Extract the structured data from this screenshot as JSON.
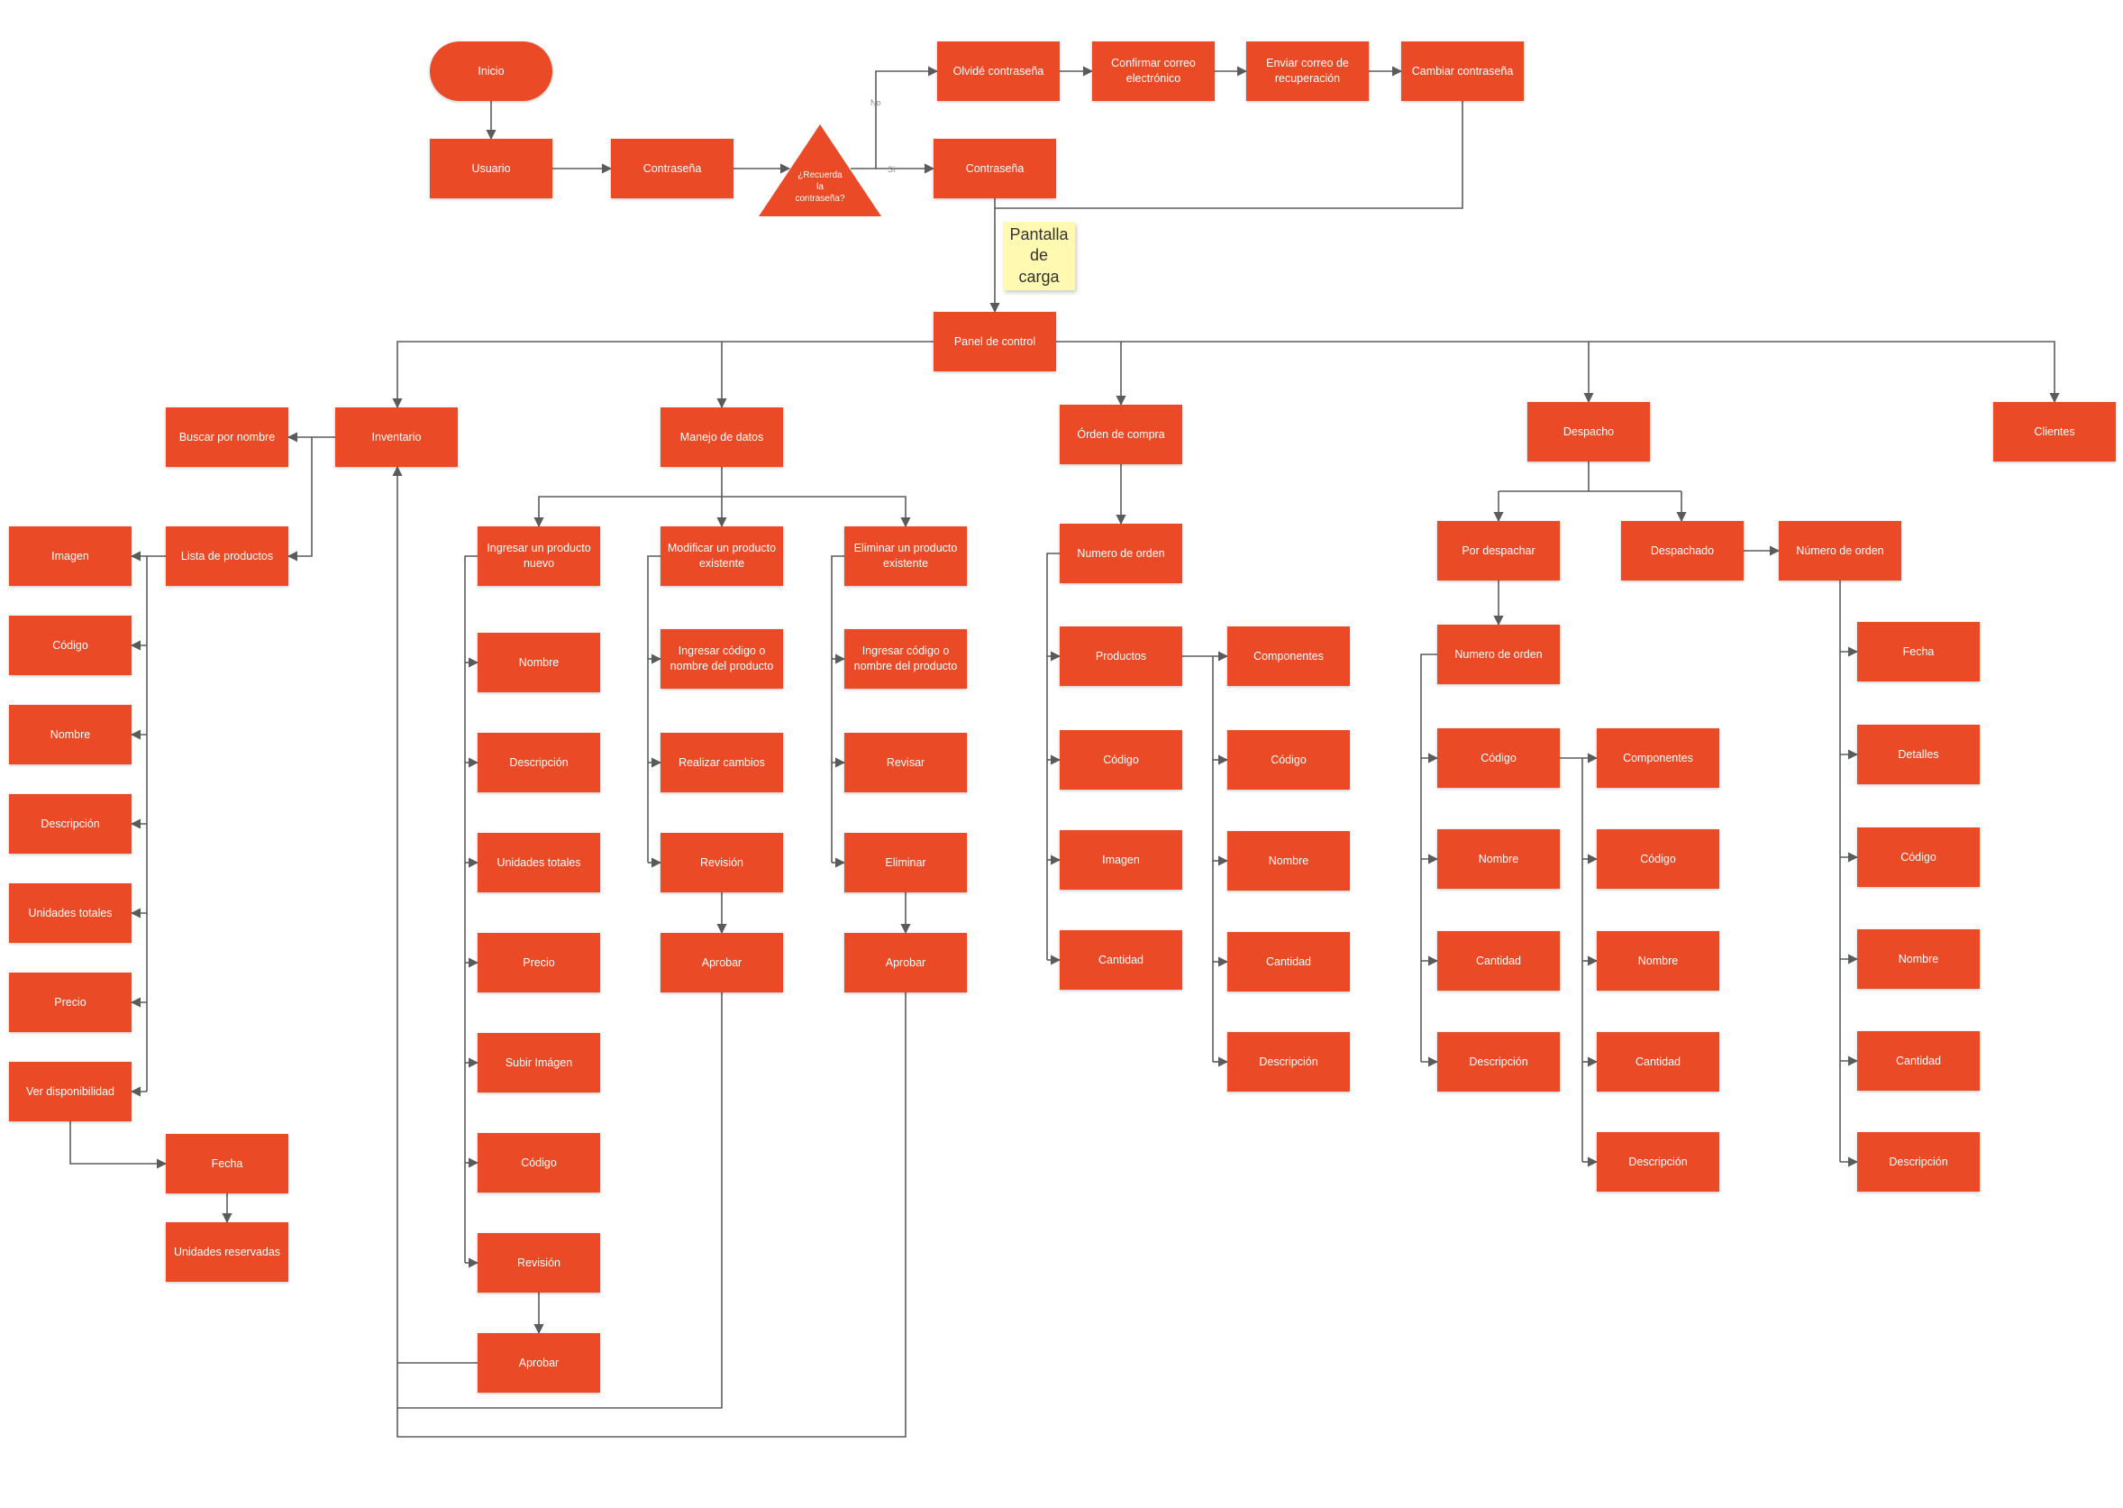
{
  "colors": {
    "node_fill": "#EA4A26",
    "node_text": "#FFFFFF",
    "note_fill": "#FFF9B1",
    "edge": "#5b5b5b",
    "background": "#FFFFFF"
  },
  "nodes": {
    "inicio": "Inicio",
    "usuario": "Usuario",
    "contrasena_1": "Contraseña",
    "decision": "¿Recuerda la contraseña?",
    "olvide": "Olvidé contraseña",
    "confirmar": "Confirmar correo electrónico",
    "enviar": "Enviar correo de recuperación",
    "cambiar": "Cambiar contraseña",
    "contrasena_2": "Contraseña",
    "pantalla": "Pantalla de carga",
    "panel": "Panel de control",
    "buscar": "Buscar por nombre",
    "inventario": "Inventario",
    "manejo": "Manejo de datos",
    "orden_compra": "Órden de compra",
    "despacho": "Despacho",
    "clientes": "Clientes",
    "lista": "Lista de productos",
    "inv_imagen": "Imagen",
    "inv_codigo": "Código",
    "inv_nombre": "Nombre",
    "inv_descripcion": "Descripción",
    "inv_unidades": "Unidades totales",
    "inv_precio": "Precio",
    "inv_ver": "Ver disponibilidad",
    "inv_fecha": "Fecha",
    "inv_reservadas": "Unidades reservadas",
    "ing_nuevo": "Ingresar un producto nuevo",
    "ing_nombre": "Nombre",
    "ing_descripcion": "Descripción",
    "ing_unidades": "Unidades totales",
    "ing_precio": "Precio",
    "ing_subir": "Subir Imágen",
    "ing_codigo": "Código",
    "ing_revision": "Revisión",
    "ing_aprobar": "Aprobar",
    "mod_existente": "Modificar un producto existente",
    "mod_ingresar": "Ingresar código o nombre del producto",
    "mod_realizar": "Realizar cambios",
    "mod_revision": "Revisión",
    "mod_aprobar": "Aprobar",
    "eli_existente": "Eliminar un producto existente",
    "eli_ingresar": "Ingresar código o nombre del producto",
    "eli_revisar": "Revisar",
    "eli_eliminar": "Eliminar",
    "eli_aprobar": "Aprobar",
    "oc_numero": "Numero de orden",
    "oc_productos": "Productos",
    "oc_codigo": "Código",
    "oc_imagen": "Imagen",
    "oc_cantidad": "Cantidad",
    "oc_componentes": "Componentes",
    "oc_c_codigo": "Código",
    "oc_c_nombre": "Nombre",
    "oc_c_cantidad": "Cantidad",
    "oc_c_descripcion": "Descripción",
    "por_despachar": "Por despachar",
    "pd_numero": "Numero de orden",
    "pd_codigo": "Código",
    "pd_nombre": "Nombre",
    "pd_cantidad": "Cantidad",
    "pd_descripcion": "Descripción",
    "pd_componentes": "Componentes",
    "pd_c_codigo": "Código",
    "pd_c_nombre": "Nombre",
    "pd_c_cantidad": "Cantidad",
    "pd_c_descripcion": "Descripción",
    "despachado": "Despachado",
    "dd_numero": "Número de orden",
    "dd_fecha": "Fecha",
    "dd_detalles": "Detalles",
    "dd_codigo": "Código",
    "dd_nombre": "Nombre",
    "dd_cantidad": "Cantidad",
    "dd_descripcion": "Descripción"
  },
  "edge_labels": {
    "no": "No",
    "si": "Sí"
  }
}
